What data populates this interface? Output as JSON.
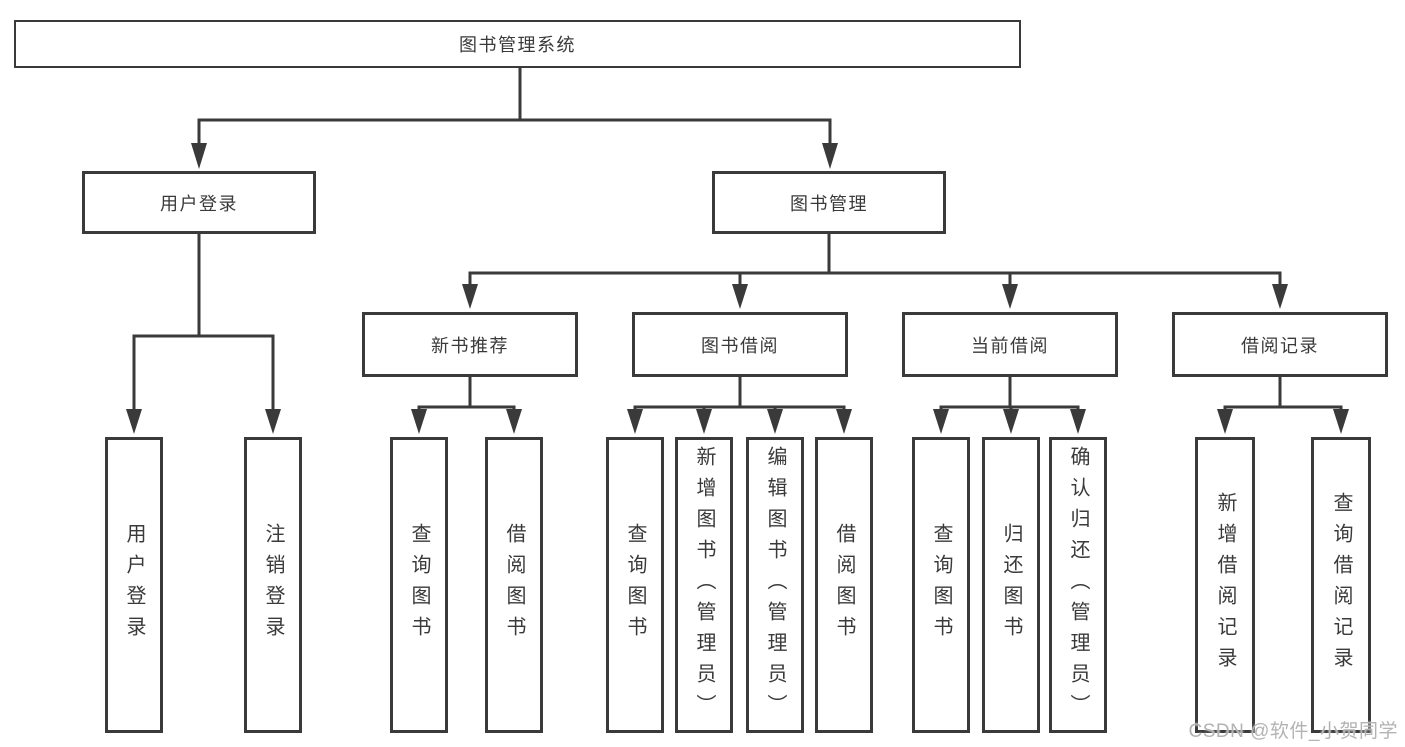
{
  "diagram": {
    "root": {
      "label": "图书管理系统"
    },
    "branches": [
      {
        "label": "用户登录",
        "leaves": [
          {
            "label": "用户登录"
          },
          {
            "label": "注销登录"
          }
        ]
      },
      {
        "label": "图书管理",
        "groups": [
          {
            "label": "新书推荐",
            "leaves": [
              {
                "label": "查询图书"
              },
              {
                "label": "借阅图书"
              }
            ]
          },
          {
            "label": "图书借阅",
            "leaves": [
              {
                "label": "查询图书"
              },
              {
                "label": "新增图书（管理员）"
              },
              {
                "label": "编辑图书（管理员）"
              },
              {
                "label": "借阅图书"
              }
            ]
          },
          {
            "label": "当前借阅",
            "leaves": [
              {
                "label": "查询图书"
              },
              {
                "label": "归还图书"
              },
              {
                "label": "确认归还（管理员）"
              }
            ]
          },
          {
            "label": "借阅记录",
            "leaves": [
              {
                "label": "新增借阅记录"
              },
              {
                "label": "查询借阅记录"
              }
            ]
          }
        ]
      }
    ],
    "watermark": "CSDN @软件_小贺同学",
    "colors": {
      "line": "#3a3a3a",
      "text": "#3a3a3a",
      "box_background": "#ffffff",
      "watermark": "#b3b3b3",
      "background": "#ffffff"
    }
  }
}
